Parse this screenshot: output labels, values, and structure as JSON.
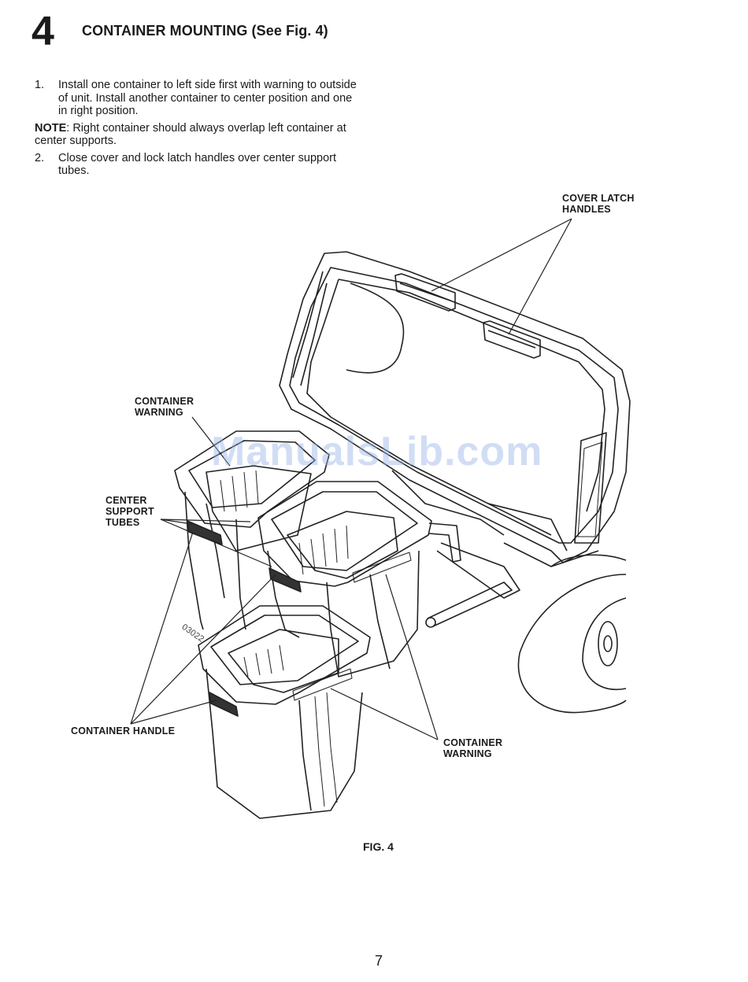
{
  "header": {
    "step_number": "4",
    "title": "CONTAINER MOUNTING (See Fig. 4)"
  },
  "instructions": {
    "step1_num": "1.",
    "step1_text": "Install one container to left side first with warning to outside of unit. Install another container to center position and one in right position.",
    "note_label": "NOTE",
    "note_text": ": Right container should always overlap left container at center supports.",
    "step2_num": "2.",
    "step2_text": "Close cover and lock latch handles over center support tubes."
  },
  "figure": {
    "labels": {
      "cover_latch_line1": "COVER LATCH",
      "cover_latch_line2": "HANDLES",
      "container_warning_top_line1": "CONTAINER",
      "container_warning_top_line2": "WARNING",
      "center_support_line1": "CENTER",
      "center_support_line2": "SUPPORT",
      "center_support_line3": "TUBES",
      "container_handle": "CONTAINER HANDLE",
      "container_warning_bottom_line1": "CONTAINER",
      "container_warning_bottom_line2": "WARNING",
      "part_code": "03022"
    },
    "caption": "FIG. 4",
    "watermark": "ManualsLib.com"
  },
  "page": {
    "number": "7"
  }
}
